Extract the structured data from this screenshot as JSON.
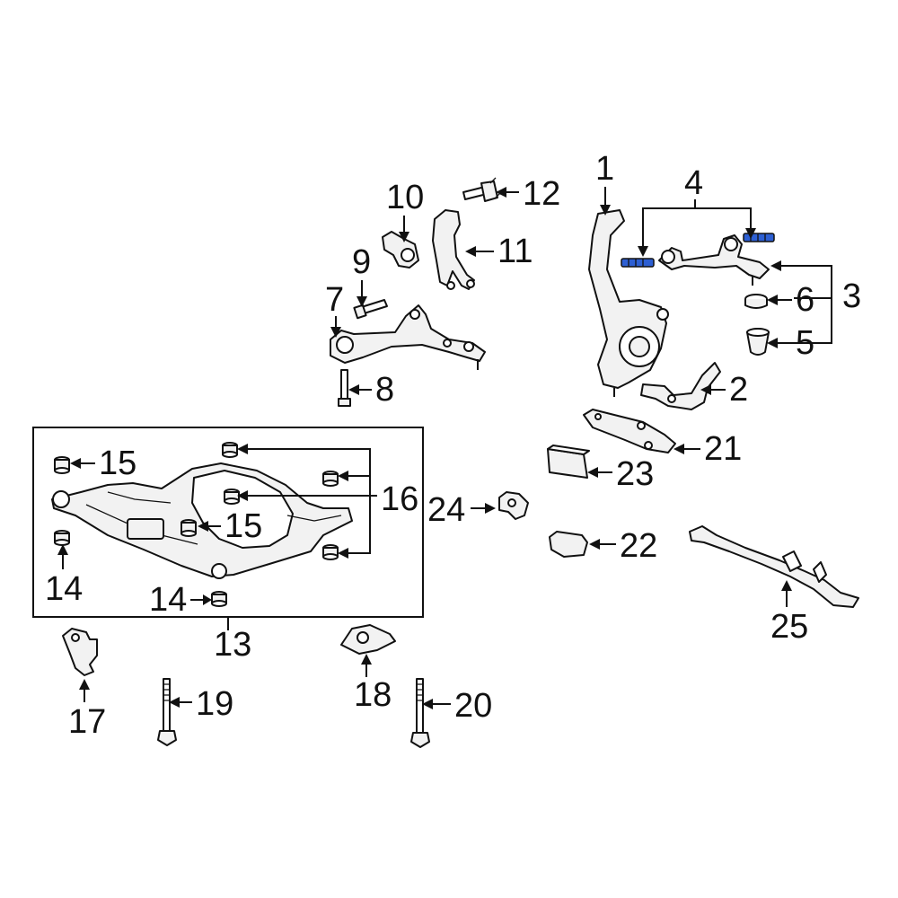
{
  "diagram": {
    "accent_color": "#2d5fd3",
    "callouts": {
      "c1": "1",
      "c2": "2",
      "c3": "3",
      "c4": "4",
      "c5": "5",
      "c6": "6",
      "c7": "7",
      "c8": "8",
      "c9": "9",
      "c10": "10",
      "c11": "11",
      "c12": "12",
      "c13": "13",
      "c14a": "14",
      "c14b": "14",
      "c15a": "15",
      "c15b": "15",
      "c16": "16",
      "c17": "17",
      "c18": "18",
      "c19": "19",
      "c20": "20",
      "c21": "21",
      "c22": "22",
      "c23": "23",
      "c24": "24",
      "c25": "25"
    }
  }
}
